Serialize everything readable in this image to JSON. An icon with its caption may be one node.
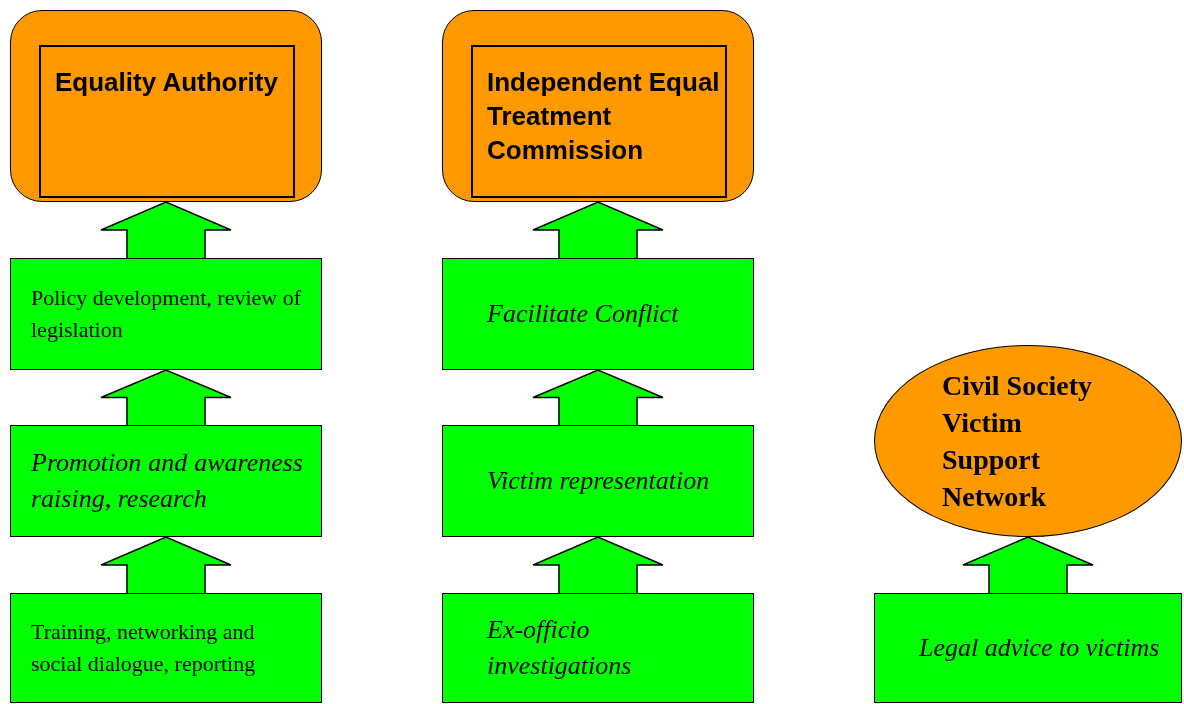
{
  "diagram": {
    "nodes": [
      {
        "text": [
          "Equality Authority"
        ]
      },
      {
        "text": [
          "Policy development, review of legislation"
        ]
      },
      {
        "text": [
          "Promotion and awareness raising, research"
        ]
      },
      {
        "text": [
          "Training, networking and social dialogue, reporting"
        ]
      },
      {
        "text": [
          "Independent Equal Treatment Commission"
        ]
      },
      {
        "text": [
          "Facilitate Conflict"
        ]
      },
      {
        "text": [
          "Victim representation"
        ]
      },
      {
        "text": [
          "Ex-officio investigations"
        ]
      },
      {
        "text": [
          "Civil Society Victim Support Network"
        ]
      },
      {
        "text": [
          "Legal advice to victims"
        ]
      }
    ],
    "edges": [
      {
        "from": 1,
        "to": 0,
        "arrow": "to",
        "style": "thick"
      },
      {
        "from": 2,
        "to": 1,
        "arrow": "to",
        "style": "thick"
      },
      {
        "from": 3,
        "to": 2,
        "arrow": "to",
        "style": "thick"
      },
      {
        "from": 5,
        "to": 4,
        "arrow": "to",
        "style": "thick"
      },
      {
        "from": 6,
        "to": 5,
        "arrow": "to",
        "style": "thick"
      },
      {
        "from": 7,
        "to": 6,
        "arrow": "to",
        "style": "thick"
      },
      {
        "from": 9,
        "to": 8,
        "arrow": "to",
        "style": "thick"
      }
    ]
  }
}
